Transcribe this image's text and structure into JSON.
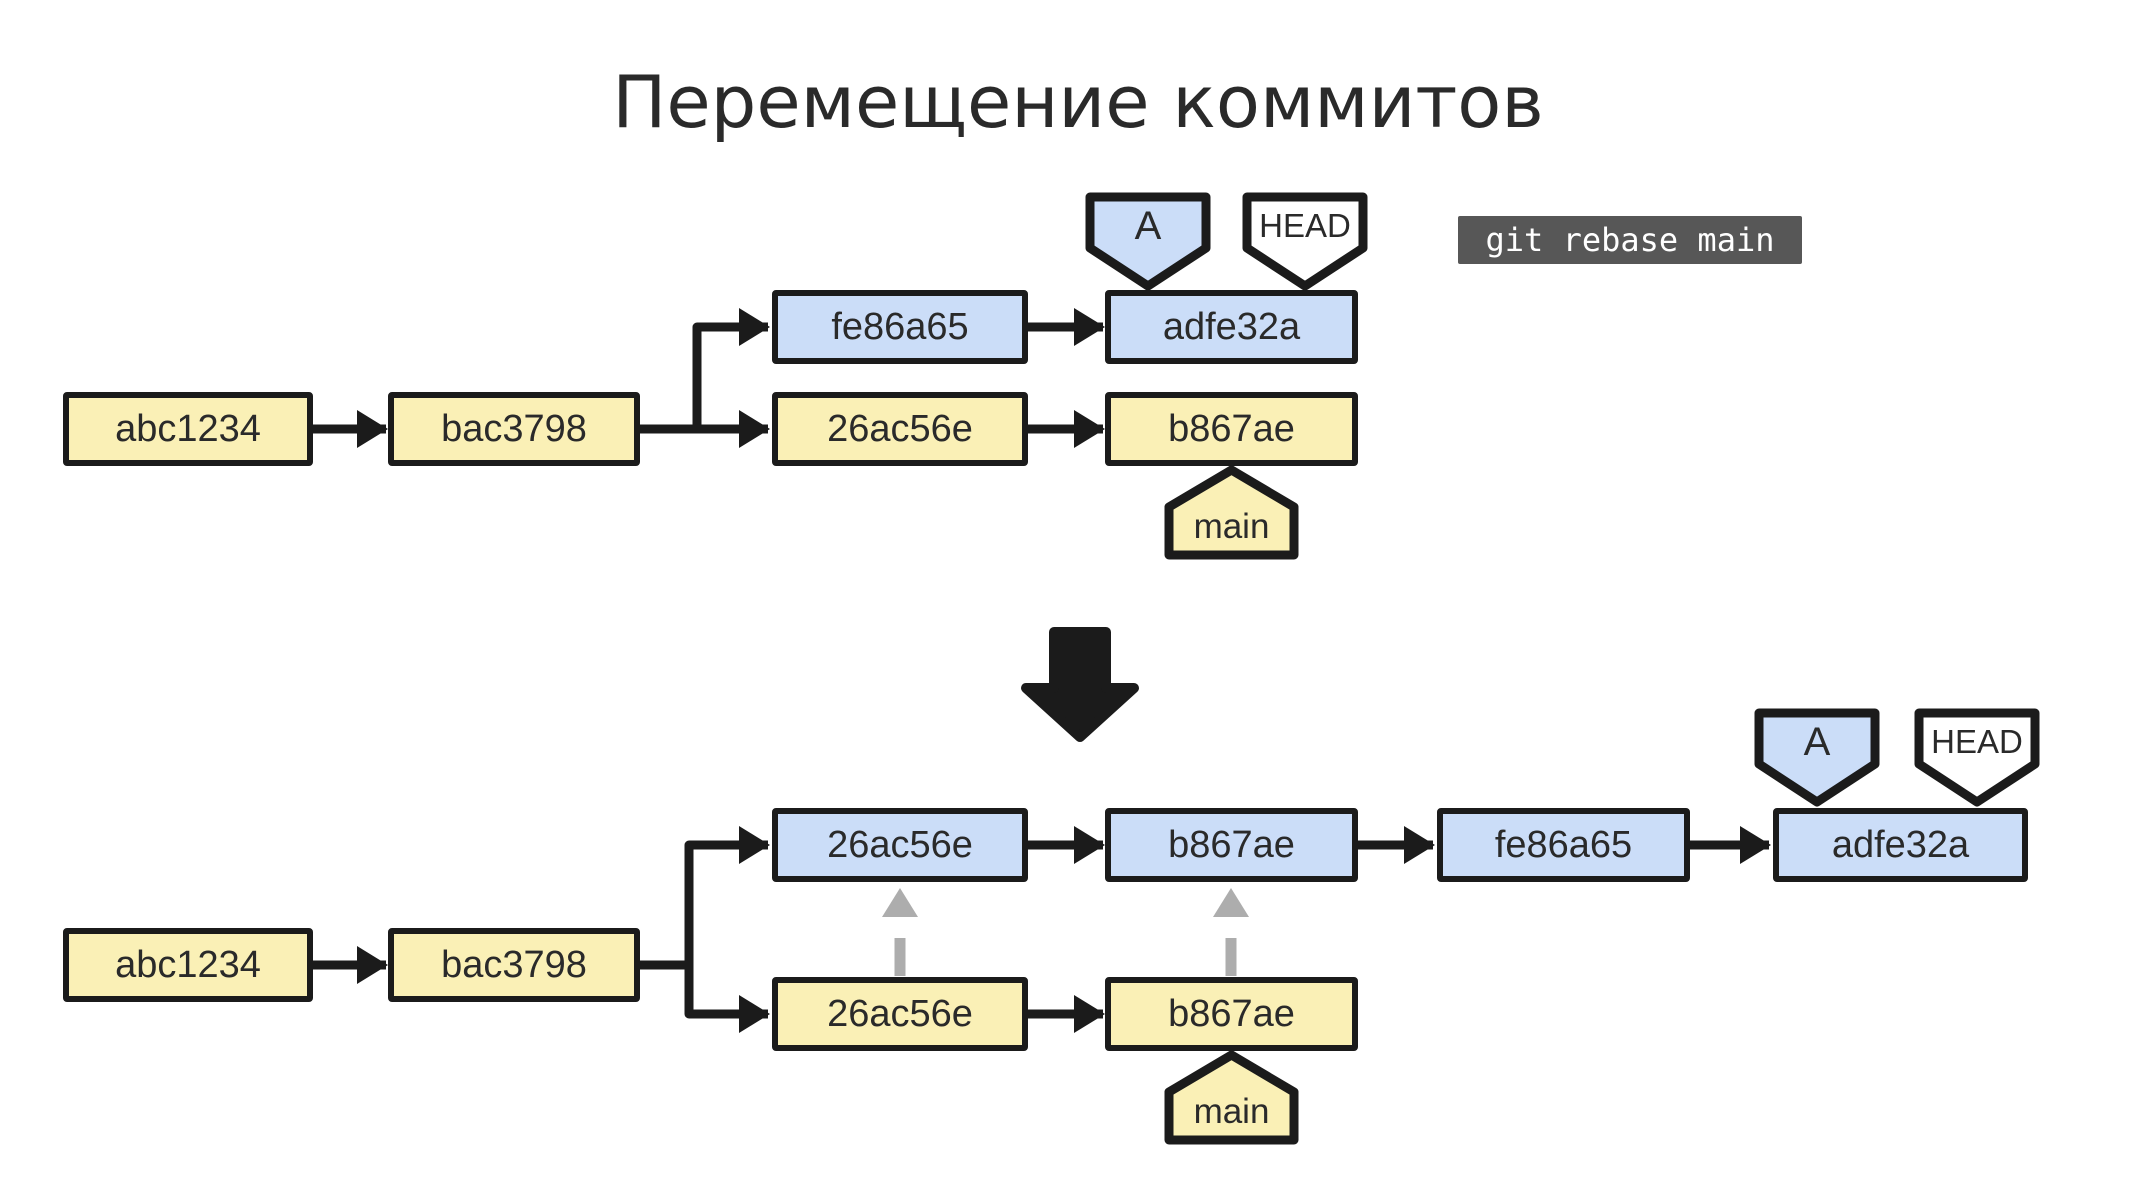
{
  "title": "Перемещение коммитов",
  "command": "git rebase main",
  "colors": {
    "yellow": "#FAF0B6",
    "blue": "#CBDDF8",
    "outline": "#1B1B1B",
    "label": "#2A2A2A",
    "head_tag_fill": "#FFFFFF",
    "command_bg": "#575757",
    "command_text": "#FFFFFF",
    "ghost": "#ADADAD",
    "background": "#FFFFFF"
  },
  "before": {
    "trunk": [
      "abc1234",
      "bac3798"
    ],
    "feature": [
      "fe86a65",
      "adfe32a"
    ],
    "main": [
      "26ac56e",
      "b867ae"
    ],
    "labels": {
      "a": "A",
      "head": "HEAD",
      "main": "main"
    }
  },
  "after": {
    "trunk": [
      "abc1234",
      "bac3798"
    ],
    "feature": [
      "26ac56e",
      "b867ae",
      "fe86a65",
      "adfe32a"
    ],
    "main": [
      "26ac56e",
      "b867ae"
    ],
    "labels": {
      "a": "A",
      "head": "HEAD",
      "main": "main"
    }
  }
}
